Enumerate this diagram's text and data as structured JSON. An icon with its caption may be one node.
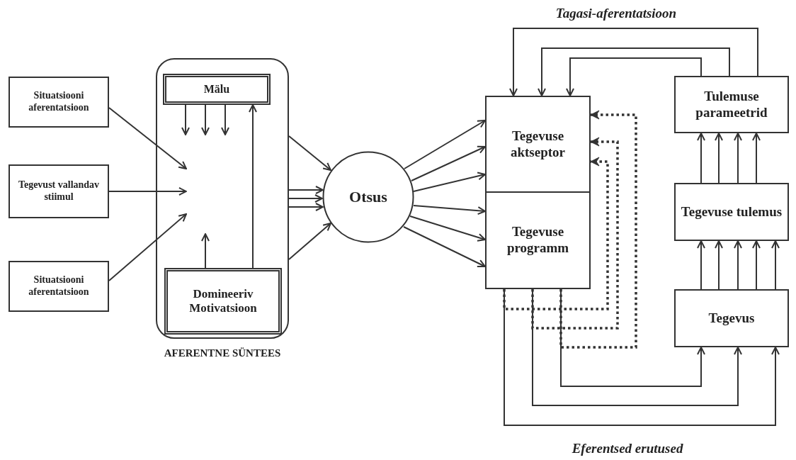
{
  "diagram": {
    "nodes": [
      {
        "text": [
          "Situatsiooni aferentatsioon"
        ]
      },
      {
        "text": [
          "Tegevust vallandav stiimul"
        ]
      },
      {
        "text": [
          "Situatsiooni aferentatsioon"
        ]
      },
      {
        "text": [
          "AFERENTNE SÜNTEES"
        ]
      },
      {
        "text": [
          "Mälu"
        ],
        "in": 3
      },
      {
        "text": [
          "Domineeriv Motivatsioon"
        ],
        "in": 3
      },
      {
        "text": [
          "Otsus"
        ]
      },
      {
        "text": [
          "Tegevuse aktseptor"
        ]
      },
      {
        "text": [
          "Tegevuse programm"
        ]
      },
      {
        "text": [
          "Tulemuse parameetrid"
        ]
      },
      {
        "text": [
          "Tegevuse tulemus"
        ]
      },
      {
        "text": [
          "Tegevus"
        ]
      }
    ],
    "edges": [
      {
        "from": 0,
        "to": null,
        "arrow": "to"
      },
      {
        "from": 1,
        "to": null,
        "arrow": "to"
      },
      {
        "from": 2,
        "to": null,
        "arrow": "to"
      },
      {
        "from": 4,
        "to": null,
        "arrow": "to"
      },
      {
        "from": 4,
        "to": null,
        "arrow": "to"
      },
      {
        "from": 4,
        "to": null,
        "arrow": "to"
      },
      {
        "from": 5,
        "to": null,
        "arrow": "to"
      },
      {
        "from": 5,
        "to": 4,
        "arrow": "to"
      },
      {
        "from": 3,
        "to": 6,
        "arrow": "to"
      },
      {
        "from": 3,
        "to": 6,
        "arrow": "to"
      },
      {
        "from": 3,
        "to": 6,
        "arrow": "to"
      },
      {
        "from": 3,
        "to": 6,
        "arrow": "to"
      },
      {
        "from": 3,
        "to": 6,
        "arrow": "to"
      },
      {
        "from": 6,
        "to": 7,
        "arrow": "to"
      },
      {
        "from": 6,
        "to": 7,
        "arrow": "to"
      },
      {
        "from": 6,
        "to": 7,
        "arrow": "to"
      },
      {
        "from": 6,
        "to": 8,
        "arrow": "to"
      },
      {
        "from": 6,
        "to": 8,
        "arrow": "to"
      },
      {
        "from": 6,
        "to": 8,
        "arrow": "to"
      },
      {
        "from": 9,
        "to": 7,
        "arrow": "to"
      },
      {
        "from": 9,
        "to": 7,
        "arrow": "to"
      },
      {
        "from": 9,
        "to": 7,
        "arrow": "to"
      },
      {
        "from": 10,
        "to": 9,
        "arrow": "to"
      },
      {
        "from": 10,
        "to": 9,
        "arrow": "to"
      },
      {
        "from": 10,
        "to": 9,
        "arrow": "to"
      },
      {
        "from": 10,
        "to": 9,
        "arrow": "to"
      },
      {
        "from": 11,
        "to": 10,
        "arrow": "to"
      },
      {
        "from": 11,
        "to": 10,
        "arrow": "to"
      },
      {
        "from": 11,
        "to": 10,
        "arrow": "to"
      },
      {
        "from": 11,
        "to": 10,
        "arrow": "to"
      },
      {
        "from": 11,
        "to": 10,
        "arrow": "to"
      },
      {
        "from": 8,
        "to": 11,
        "arrow": "to"
      },
      {
        "from": 8,
        "to": 11,
        "arrow": "to"
      },
      {
        "from": 8,
        "to": 11,
        "arrow": "to"
      },
      {
        "from": 8,
        "to": 7,
        "arrow": "to",
        "style": "dashed"
      },
      {
        "from": 8,
        "to": 7,
        "arrow": "to",
        "style": "dashed"
      },
      {
        "from": 8,
        "to": 7,
        "arrow": "to",
        "style": "dashed"
      }
    ],
    "labels": [
      "Tagasi-aferentatsioon",
      "Eferentsed erutused"
    ]
  }
}
